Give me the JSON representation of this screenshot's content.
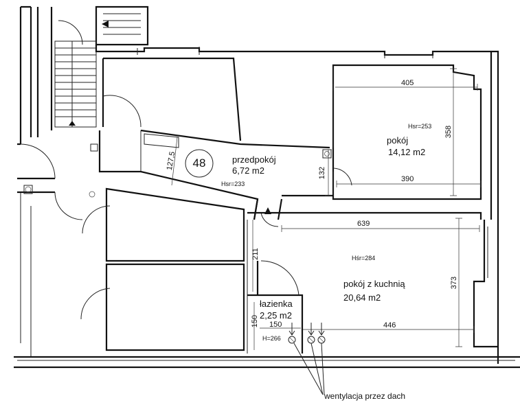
{
  "apartment_number": "48",
  "rooms": {
    "hall": {
      "name": "przedpokój",
      "area": "6,72 m2",
      "height": "Hsr=233"
    },
    "room": {
      "name": "pokój",
      "area": "14,12 m2",
      "height": "Hsr=253"
    },
    "kitchen_room": {
      "name": "pokój z kuchnią",
      "area": "20,64 m2",
      "height": "Hśr=284"
    },
    "bathroom": {
      "name": "łazienka",
      "area": "2,25 m2",
      "height": "H=266"
    }
  },
  "dimensions": {
    "room_width_top": "405",
    "room_height": "358",
    "room_width_bottom": "390",
    "kitchen_width": "639",
    "kitchen_height": "373",
    "kitchen_width_bottom": "446",
    "hall_width": "127,5",
    "hall_depth": "132",
    "corridor_length": "211",
    "bath_height": "150",
    "bath_width": "150"
  },
  "ventilation_label": "wentylacja przez dach"
}
